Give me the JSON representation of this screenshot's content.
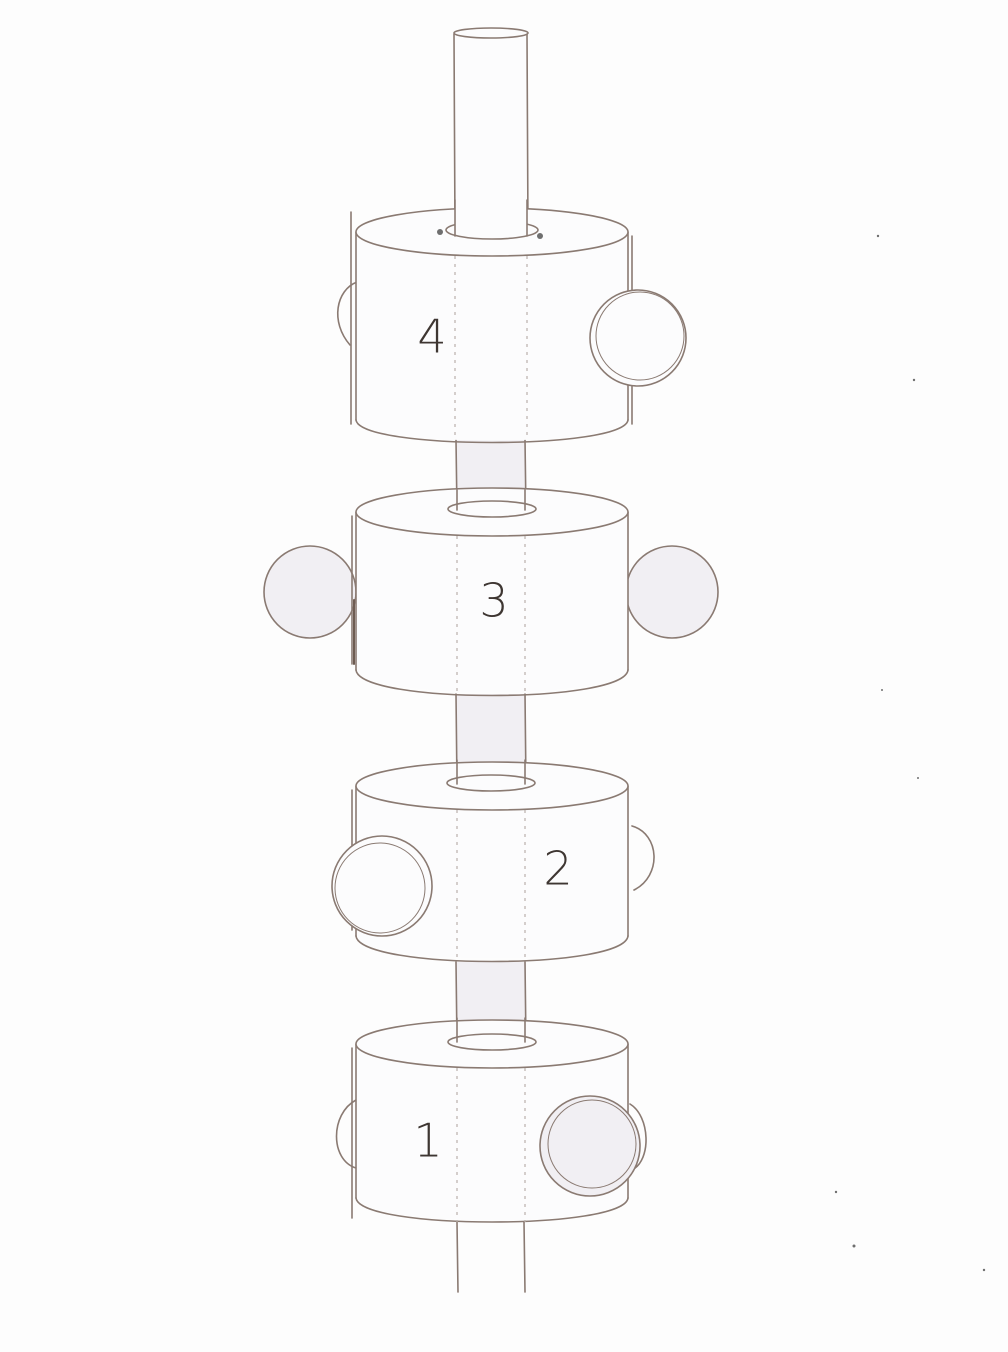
{
  "figure": {
    "stack_labels": [
      "4",
      "3",
      "2",
      "1"
    ]
  }
}
